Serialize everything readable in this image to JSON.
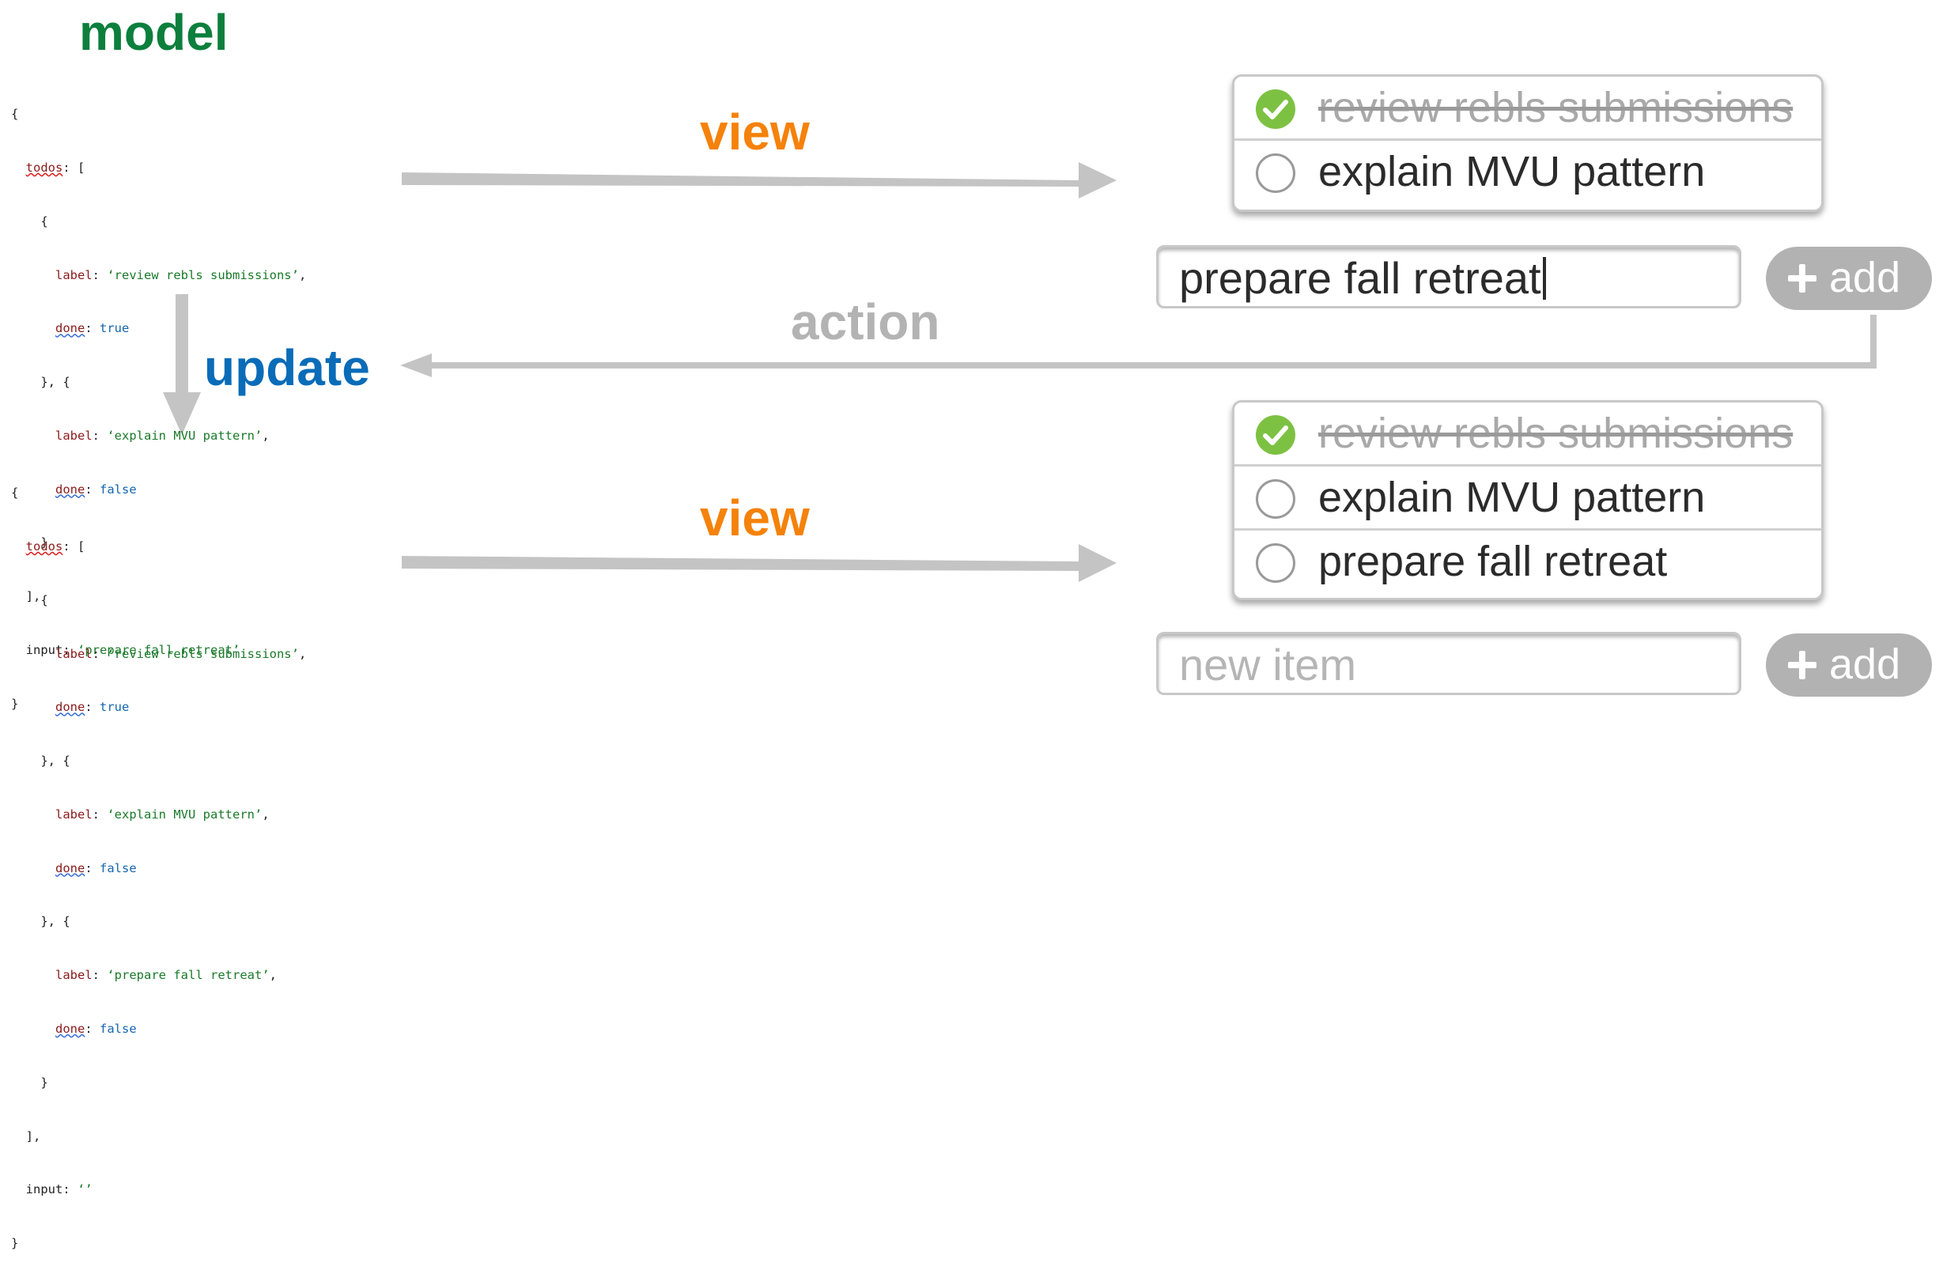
{
  "titles": {
    "model": "model",
    "view_top": "view",
    "update": "update",
    "action": "action",
    "view_bottom": "view"
  },
  "model_before": {
    "open_brace": "{",
    "todos_key": "todos",
    "items": [
      {
        "label_key": "label",
        "label": "‘review rebls submissions’",
        "done_key": "done",
        "done": "true"
      },
      {
        "label_key": "label",
        "label": "‘explain MVU pattern’",
        "done_key": "done",
        "done": "false"
      }
    ],
    "input_key": "input",
    "input": "‘prepare fall retreat’",
    "close_brace": "}"
  },
  "model_after": {
    "open_brace": "{",
    "todos_key": "todos",
    "items": [
      {
        "label_key": "label",
        "label": "‘review rebls submissions’",
        "done_key": "done",
        "done": "true"
      },
      {
        "label_key": "label",
        "label": "‘explain MVU pattern’",
        "done_key": "done",
        "done": "false"
      },
      {
        "label_key": "label",
        "label": "‘prepare fall retreat’",
        "done_key": "done",
        "done": "false"
      }
    ],
    "input_key": "input",
    "input": "‘’",
    "close_brace": "}"
  },
  "view_before": {
    "todos": [
      {
        "label": "review rebls submissions",
        "done": true
      },
      {
        "label": "explain MVU pattern",
        "done": false
      }
    ],
    "input_value": "prepare fall retreat",
    "add_label": "add"
  },
  "view_after": {
    "todos": [
      {
        "label": "review rebls submissions",
        "done": true
      },
      {
        "label": "explain MVU pattern",
        "done": false
      },
      {
        "label": "prepare fall retreat",
        "done": false
      }
    ],
    "input_placeholder": "new item",
    "add_label": "add"
  },
  "colors": {
    "model": "#0c7f3d",
    "view": "#f5820a",
    "update": "#0a6cb8",
    "action": "#b3b3b3",
    "arrow": "#c4c4c4",
    "check_done": "#7dc142"
  },
  "icons": {
    "done": "check-circle-icon",
    "open": "empty-circle-icon",
    "add": "plus-icon"
  }
}
